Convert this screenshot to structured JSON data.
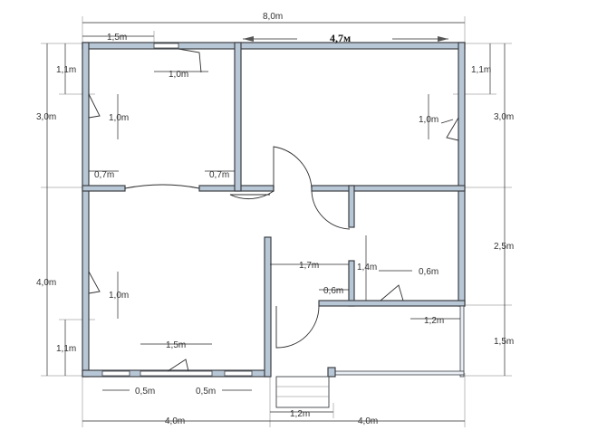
{
  "plan": {
    "title": "4,7м",
    "top": {
      "total": "8,0m",
      "left_offset": "1,5m"
    },
    "left_side": {
      "top_room": "3,0m",
      "bottom_room": "4,0m",
      "win_top": "1,1m",
      "win_bottom": "1,1m"
    },
    "right_side": {
      "top_room": "3,0m",
      "mid_room": "2,5m",
      "porch": "1,5m",
      "win_top": "1,1m"
    },
    "bottom": {
      "left_total": "4,0m",
      "right_total": "4,0m",
      "steps": "1,2m",
      "win_a": "0,5m",
      "win_b": "0,5m"
    },
    "rooms": {
      "top_left": {
        "door_top": "1,0m",
        "door_left": "1,0m",
        "opening_a": "0,7m",
        "opening_b": "0,7m"
      },
      "top_right": {
        "door_right": "1,0m"
      },
      "bottom_left": {
        "door_left": "1,0m",
        "door_bottom": "1,5m"
      },
      "hall": {
        "width": "1,7m",
        "door": "0,6m"
      },
      "bath": {
        "height": "1,4m",
        "door": "0,6m",
        "porch_door": "1,2m"
      }
    }
  },
  "colors": {
    "wall_fill": "#b8c7d6",
    "wall_stroke": "#3c3f44"
  }
}
